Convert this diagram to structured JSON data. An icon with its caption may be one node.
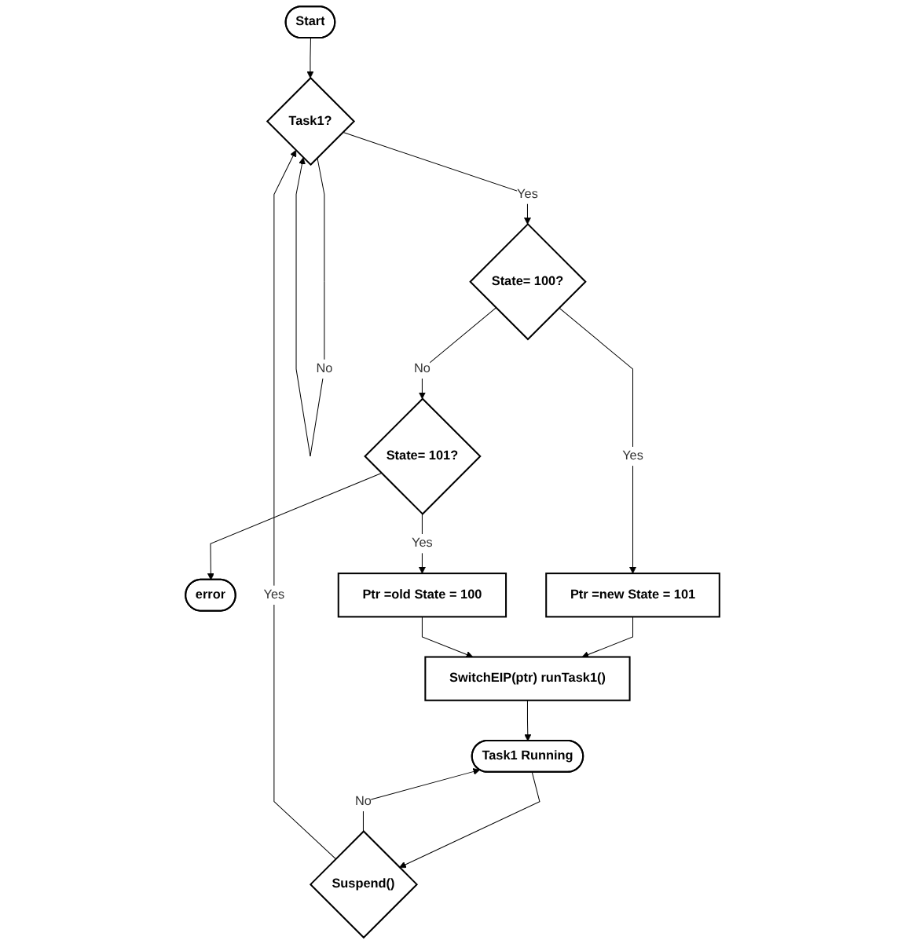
{
  "diagram": {
    "nodes": [
      {
        "text": [
          "Start"
        ]
      },
      {
        "text": [
          "Task1?"
        ]
      },
      {
        "text": [
          "State= 100?"
        ]
      },
      {
        "text": [
          "State= 101?"
        ]
      },
      {
        "text": [
          "error"
        ]
      },
      {
        "text": [
          "Ptr =new State = 101"
        ]
      },
      {
        "text": [
          "Ptr =old State = 100"
        ]
      },
      {
        "text": [
          "SwitchEIP(ptr) runTask1()"
        ]
      },
      {
        "text": [
          "Task1 Running"
        ]
      },
      {
        "text": [
          "Suspend()"
        ]
      }
    ],
    "edges": [
      {
        "from": 0,
        "to": 1,
        "arrow": "to"
      },
      {
        "from": 1,
        "to": 1,
        "arrow": "to",
        "label": "No"
      },
      {
        "from": 1,
        "to": 2,
        "arrow": "to",
        "label": "Yes"
      },
      {
        "from": 2,
        "to": 3,
        "arrow": "to",
        "label": "No"
      },
      {
        "from": 3,
        "to": 4,
        "arrow": "to"
      },
      {
        "from": 2,
        "to": 5,
        "arrow": "to",
        "label": "Yes"
      },
      {
        "from": 3,
        "to": 6,
        "arrow": "to",
        "label": "Yes"
      },
      {
        "from": 5,
        "to": 7,
        "arrow": "to"
      },
      {
        "from": 6,
        "to": 7,
        "arrow": "to"
      },
      {
        "from": 7,
        "to": 8,
        "arrow": "to"
      },
      {
        "from": 8,
        "to": 9,
        "arrow": "to"
      },
      {
        "from": 9,
        "to": 8,
        "arrow": "to",
        "label": "No"
      },
      {
        "from": 9,
        "to": 1,
        "arrow": "to",
        "label": "Yes"
      }
    ]
  }
}
